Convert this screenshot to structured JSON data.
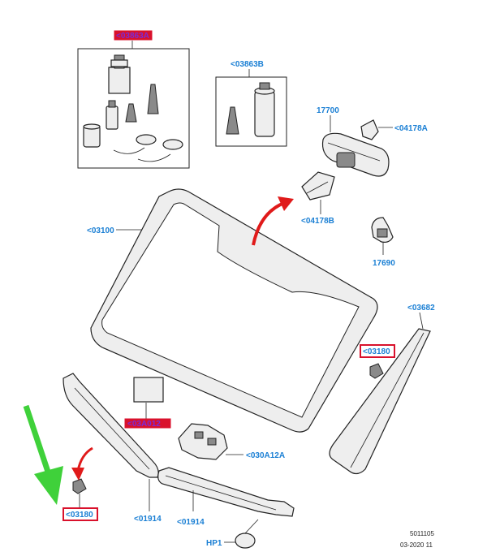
{
  "diagram": {
    "labels": {
      "kit_top": "<03863A",
      "kit_right": "<03863B",
      "mirror": "17700",
      "mirror_cover": "<04178A",
      "mirror_base": "<04178B",
      "windshield": "<03100",
      "sensor": "17690",
      "pillar_trim": "<03682",
      "clip_right": "<03180",
      "sensor_pad": "<03A012",
      "bracket": "<030A12A",
      "clip_left": "<03180",
      "cowl_left": "<01914",
      "cowl_right": "<01914",
      "plug": "HP1"
    },
    "footer": {
      "ref_number": "5011105",
      "date_code": "03-2020 11"
    },
    "colors": {
      "label": "#1a7fd4",
      "highlight": "#d9112c",
      "green_arrow": "#3fd13a",
      "red_arrow": "#e01a1a"
    }
  }
}
